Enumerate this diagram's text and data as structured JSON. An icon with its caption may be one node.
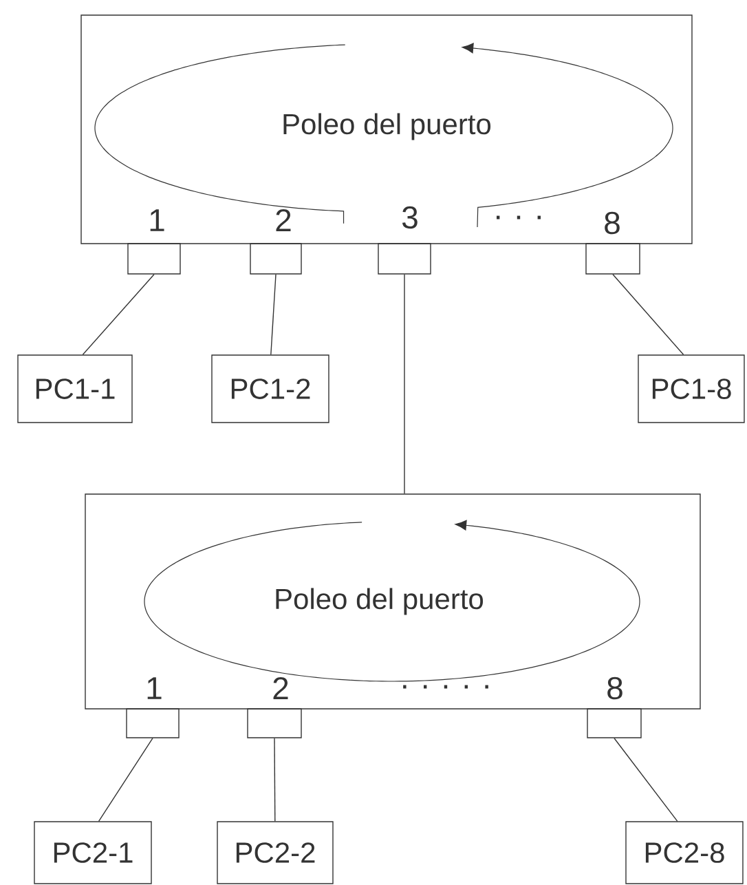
{
  "diagram": {
    "nodes": [
      {
        "text": [
          "Poleo del puerto"
        ]
      },
      {
        "text": [],
        "shape": "box"
      },
      {
        "text": [],
        "shape": "box"
      },
      {
        "text": [],
        "shape": "box"
      },
      {
        "text": [],
        "shape": "box"
      },
      {
        "text": [
          "PC1-1"
        ]
      },
      {
        "text": [
          "PC1-2"
        ]
      },
      {
        "text": [
          "PC1-8"
        ]
      },
      {
        "text": [
          "Poleo del puerto"
        ]
      },
      {
        "text": [],
        "shape": "box"
      },
      {
        "text": [],
        "shape": "box"
      },
      {
        "text": [],
        "shape": "box"
      },
      {
        "text": [
          "PC2-1"
        ]
      },
      {
        "text": [
          "PC2-2"
        ]
      },
      {
        "text": [
          "PC2-8"
        ]
      }
    ],
    "edges": [
      {
        "from": 1,
        "to": 5,
        "arrow": "none"
      },
      {
        "from": 2,
        "to": 6,
        "arrow": "none"
      },
      {
        "from": 4,
        "to": 7,
        "arrow": "none"
      },
      {
        "from": 3,
        "to": 8,
        "arrow": "none"
      },
      {
        "from": 9,
        "to": 12,
        "arrow": "none"
      },
      {
        "from": 10,
        "to": 13,
        "arrow": "none"
      },
      {
        "from": 11,
        "to": 14,
        "arrow": "none"
      }
    ],
    "labels": [
      "1",
      "2",
      "3",
      ". . .",
      "8",
      "1",
      "2",
      ". . . . .",
      "8"
    ]
  }
}
